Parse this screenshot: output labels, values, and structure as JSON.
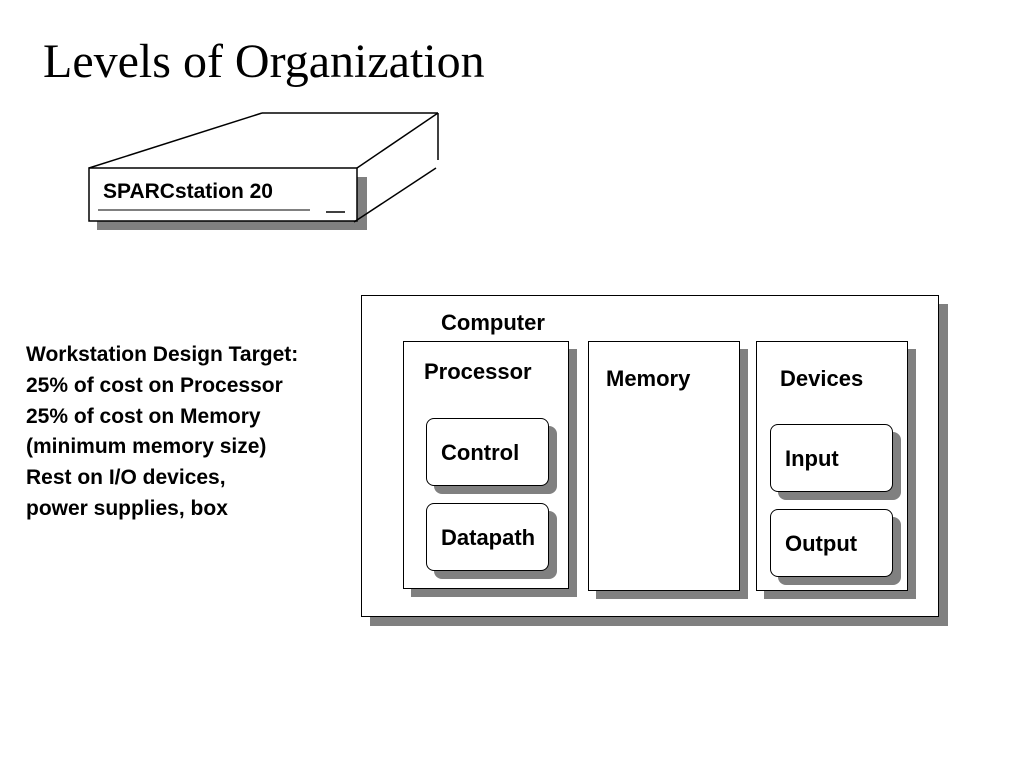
{
  "slide": {
    "title": "Levels of Organization"
  },
  "workstation": {
    "label": "SPARCstation 20"
  },
  "design_target": {
    "lines": [
      "Workstation Design Target:",
      "25% of cost on Processor",
      "25% of cost on Memory",
      "(minimum memory size)",
      "Rest on I/O devices,",
      "power supplies, box"
    ]
  },
  "diagram": {
    "computer": "Computer",
    "processor": "Processor",
    "control": "Control",
    "datapath": "Datapath",
    "memory": "Memory",
    "devices": "Devices",
    "input": "Input",
    "output": "Output"
  }
}
